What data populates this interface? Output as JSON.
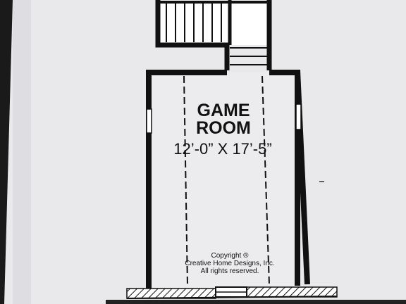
{
  "room": {
    "name_line1": "GAME",
    "name_line2": "ROOM",
    "dimensions": "12’-0” X 17’-5”"
  },
  "copyright": {
    "line1": "Copyright ®",
    "line2": "Creative Home Designs, Inc.",
    "line3": "All rights reserved."
  },
  "colors": {
    "paper": "#e9e9ec",
    "wall": "#111111",
    "background": "#1a1a1a"
  }
}
